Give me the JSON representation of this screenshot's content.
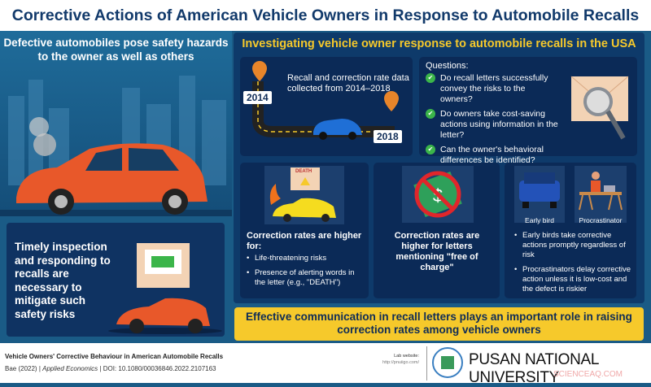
{
  "title": "Corrective Actions of American Vehicle Owners in Response to Automobile Recalls",
  "left": {
    "top_text": "Defective automobiles pose safety hazards to the owner as well as others",
    "bottom_text": "Timely inspection and responding to recalls are necessary to mitigate such safety risks"
  },
  "main": {
    "heading": "Investigating vehicle owner response to automobile recalls in the USA",
    "timeline": {
      "text": "Recall and correction rate data collected from 2014–2018",
      "start": "2014",
      "end": "2018"
    },
    "questions": {
      "label": "Questions:",
      "items": [
        "Do recall letters successfully convey the risks to the owners?",
        "Do owners take cost-saving actions using information in the letter?",
        "Can the owner's behavioral differences be identified?"
      ]
    },
    "finding1": {
      "letter_word": "DEATH",
      "heading": "Correction rates are higher for:",
      "items": [
        "Life-threatening risks",
        "Presence of alerting words in the letter (e.g., \"DEATH\")"
      ]
    },
    "finding2": {
      "heading": "Correction rates are higher for letters mentioning \"free of charge\""
    },
    "finding3": {
      "early_label": "Early bird",
      "procrastinator_label": "Procrastinator",
      "items": [
        "Early birds take corrective actions promptly regardless of risk",
        "Procrastinators delay corrective action unless it is low-cost and the defect is riskier"
      ]
    }
  },
  "banner": "Effective communication in recall letters plays an important role in raising correction rates among vehicle owners",
  "footer": {
    "paper_title": "Vehicle Owners' Corrective Behaviour in American Automobile Recalls",
    "author": "Bae (2022)",
    "journal": "Applied Economics",
    "doi": "DOI: 10.1080/00036846.2022.2107163",
    "lab_label": "Lab website:",
    "lab_url": "http://pnuiigo.com/",
    "university": "PUSAN NATIONAL UNIVERSITY",
    "watermark": "SCIENCEAQ.COM"
  },
  "colors": {
    "navy": "#0b2a57",
    "yellow": "#f6c92b",
    "car": "#e8582a",
    "check": "#3bb54a"
  }
}
